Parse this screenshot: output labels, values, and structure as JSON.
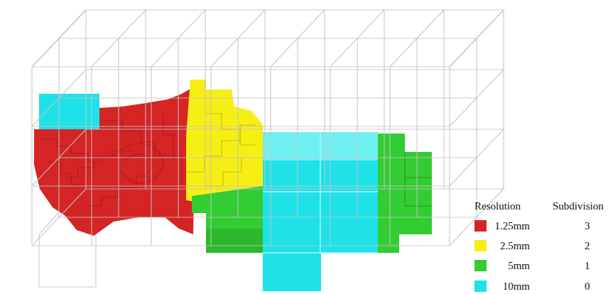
{
  "diagram": {
    "labels": [
      "Resolution",
      "Subdivision",
      "3",
      "2",
      "1",
      "0"
    ],
    "legend": [
      {
        "text": "1.25mm",
        "color": "#d42424"
      },
      {
        "text": "2.5mm",
        "color": "#f7ef14"
      },
      {
        "text": "5mm",
        "color": "#33cc33"
      },
      {
        "text": "10mm",
        "color": "#1ee2e8"
      }
    ]
  }
}
